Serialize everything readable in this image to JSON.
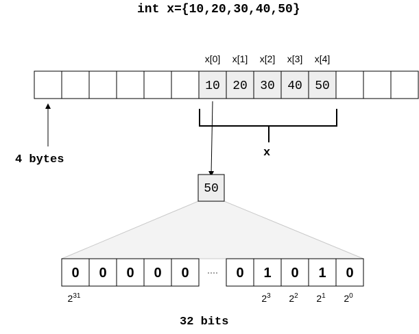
{
  "declaration": "int x={10,20,30,40,50}",
  "array": {
    "indices": [
      "x[0]",
      "x[1]",
      "x[2]",
      "x[3]",
      "x[4]"
    ],
    "values": [
      "10",
      "20",
      "30",
      "40",
      "50"
    ],
    "total_cells": 14,
    "first_filled_cell": 6,
    "filled_fill": "#eeeeee"
  },
  "cell_size_label": "4 bytes",
  "array_name_label": "x",
  "zoom_value": "50",
  "bits": {
    "left_group": [
      "0",
      "0",
      "0",
      "0",
      "0"
    ],
    "ellipsis": "····",
    "right_group": [
      "0",
      "1",
      "0",
      "1",
      "0"
    ],
    "power_base": "2",
    "powers": [
      {
        "exp": "31",
        "under": "left-0"
      },
      {
        "exp": "3",
        "under": "right-1"
      },
      {
        "exp": "2",
        "under": "right-2"
      },
      {
        "exp": "1",
        "under": "right-3"
      },
      {
        "exp": "0",
        "under": "right-4"
      }
    ]
  },
  "bits_label": "32 bits"
}
